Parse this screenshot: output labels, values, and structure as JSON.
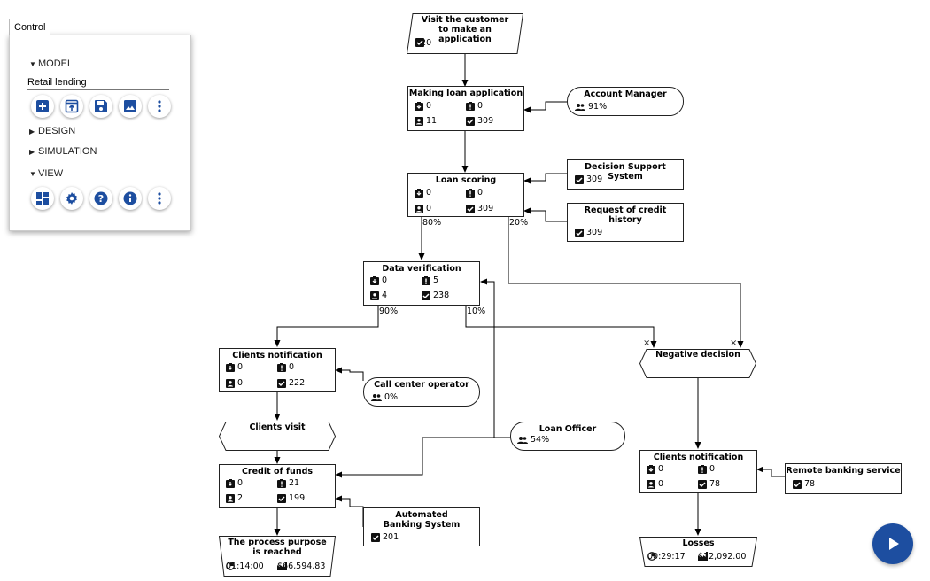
{
  "control": {
    "tab_label": "Control",
    "sections": {
      "model": "MODEL",
      "design": "DESIGN",
      "simulation": "SIMULATION",
      "view": "VIEW"
    },
    "model_name": "Retail lending",
    "model_buttons": [
      "plus-square-icon",
      "upload-icon",
      "save-icon",
      "image-icon",
      "more-vert-icon"
    ],
    "view_buttons": [
      "dashboard-icon",
      "gear-icon",
      "help-icon",
      "info-icon",
      "more-vert-icon"
    ]
  },
  "diagram": {
    "visit_customer": {
      "title": "Visit the customer to make an application",
      "done": "320"
    },
    "making_loan": {
      "title": "Making loan application",
      "queue": "0",
      "alert": "0",
      "user": "11",
      "done": "309"
    },
    "account_manager": {
      "title": "Account Manager",
      "util": "91%"
    },
    "loan_scoring": {
      "title": "Loan scoring",
      "queue": "0",
      "alert": "0",
      "user": "0",
      "done": "309",
      "left_pct": "80%",
      "right_pct": "20%"
    },
    "dss": {
      "title": "Decision Support System",
      "done": "309"
    },
    "credit_history": {
      "title": "Request of credit history",
      "done": "309"
    },
    "data_verification": {
      "title": "Data verification",
      "queue": "0",
      "alert": "5",
      "user": "4",
      "done": "238",
      "left_pct": "90%",
      "right_pct": "10%"
    },
    "clients_notification_1": {
      "title": "Clients notification",
      "queue": "0",
      "alert": "0",
      "user": "0",
      "done": "222"
    },
    "call_center": {
      "title": "Call center operator",
      "util": "0%"
    },
    "clients_visit": {
      "title": "Clients visit"
    },
    "loan_officer": {
      "title": "Loan Officer",
      "util": "54%"
    },
    "credit_funds": {
      "title": "Credit of funds",
      "queue": "0",
      "alert": "21",
      "user": "2",
      "done": "199"
    },
    "automated_banking": {
      "title": "Automated Banking System",
      "done": "201"
    },
    "purpose_reached": {
      "title": "The process purpose is reached",
      "time": "01:14:00",
      "cost": "$66,594.83"
    },
    "negative_decision": {
      "title": "Negative decision"
    },
    "clients_notification_2": {
      "title": "Clients notification",
      "queue": "0",
      "alert": "0",
      "user": "0",
      "done": "78"
    },
    "remote_banking": {
      "title": "Remote banking service",
      "done": "78"
    },
    "losses": {
      "title": "Losses",
      "time": "00:29:17",
      "cost": "$12,092.00"
    }
  },
  "accent_color": "#1d4ea0"
}
